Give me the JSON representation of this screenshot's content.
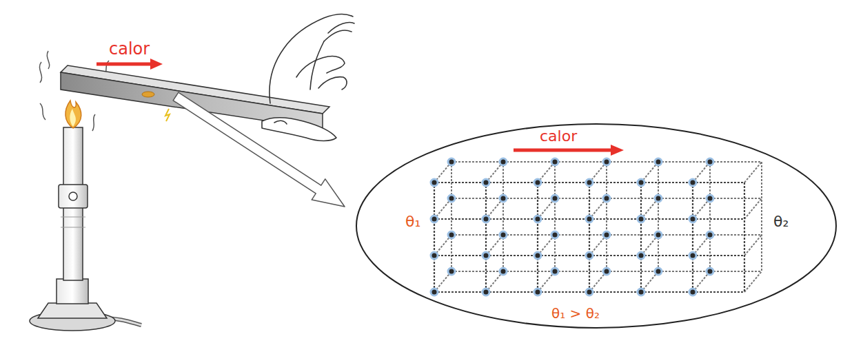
{
  "diagram": {
    "nodes": [
      {
        "text": [
          "calor",
          "θ₁",
          "θ₂",
          "θ₁ > θ₂"
        ]
      }
    ],
    "labels": [
      "calor"
    ]
  }
}
